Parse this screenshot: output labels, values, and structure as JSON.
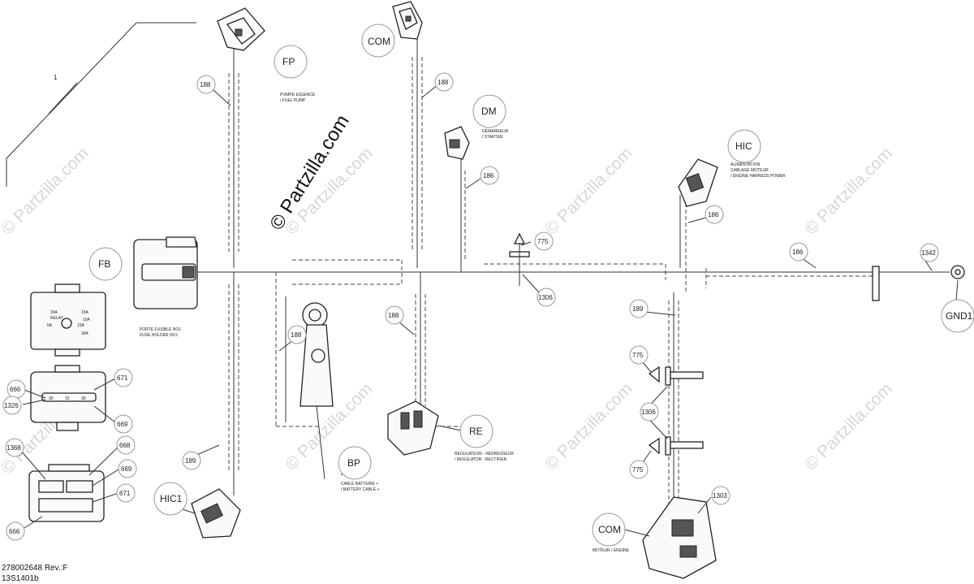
{
  "diagram": {
    "watermark_main": "© Partzilla.com",
    "watermark_faint": "© Partzilla.com",
    "footer": {
      "drawing_number": "278002648 Rev.:F",
      "sheet_code": "13S1401b"
    },
    "callouts": {
      "item_1": "1",
      "fp": "FP",
      "com_top": "COM",
      "dm": "DM",
      "hic": "HIC",
      "fb": "FB",
      "re": "RE",
      "bp": "BP",
      "hic1": "HIC1",
      "com_bottom": "COM",
      "gnd1": "GND1"
    },
    "part_numbers": {
      "p188_a": "188",
      "p188_b": "188",
      "p188_c": "188",
      "p188_d": "188",
      "p186_a": "186",
      "p186_b": "186",
      "p186_c": "186",
      "p775_a": "775",
      "p775_b": "775",
      "p775_c": "775",
      "p1306_a": "1306",
      "p1306_b": "1306",
      "p1342": "1342",
      "p189_a": "189",
      "p189_b": "189",
      "p1303": "1303",
      "p666_a": "666",
      "p666_b": "666",
      "p1326": "1326",
      "p671_a": "671",
      "p671_b": "671",
      "p669_a": "669",
      "p669_b": "669",
      "p1368": "1368",
      "p668": "668"
    },
    "descriptions": {
      "fp_l1": "POMPE ESSENCE",
      "fp_l2": "/ FUEL PUMP",
      "dm_l1": "DÉMARREUR",
      "dm_l2": "/ STARTER",
      "hic_l1": "ALIMENTATION",
      "hic_l2": "CABLAGE MOTEUR",
      "hic_l3": "/ ENGINE HARNESS POWER",
      "fb_l1": "PORTE FUSIBLE NO1",
      "fb_l2": "FUSE HOLDER NO1",
      "re_l1": "REGULATEUR - REDRESSEUR",
      "re_l2": "/ REGULATOR - RECTIFIER",
      "bp_l1": "CABLE BATTERIE +",
      "bp_l2": "/ BATTERY CABLE +",
      "com_l1": "MOTEUR / ENGINE"
    },
    "fuse_box": {
      "f1": "30A",
      "f1_sub": "RELAY",
      "f2": "15A",
      "f3": "5A",
      "f4": "15A",
      "f5": "10A",
      "f6": "30A",
      "c1": "30",
      "c2": "15",
      "c3": "30"
    }
  }
}
